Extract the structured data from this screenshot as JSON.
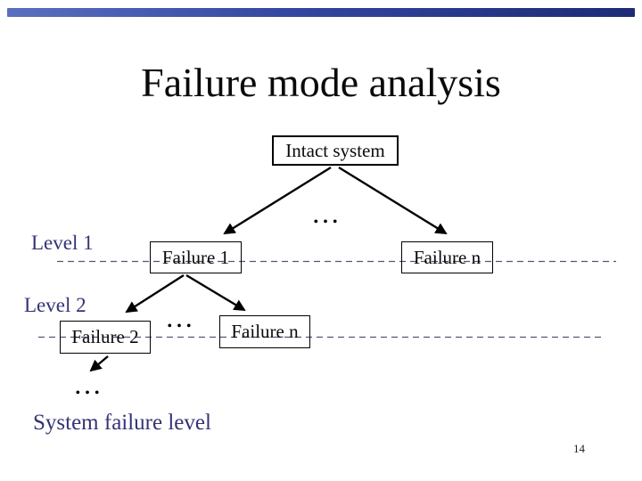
{
  "slide": {
    "title": "Failure mode analysis",
    "page_number": "14",
    "accent_color": "#3347a0",
    "label_color": "#333377",
    "labels": {
      "level1": "Level 1",
      "level2": "Level 2",
      "footer": "System failure level"
    }
  },
  "diagram": {
    "root_label": "Intact system",
    "level1_boxes": [
      {
        "label": "Failure 1"
      },
      {
        "label": "Failure n"
      }
    ],
    "level2_boxes": [
      {
        "label": "Failure 2"
      },
      {
        "label": "Failure n"
      }
    ],
    "ellipsis_top": "…",
    "ellipsis_mid": "…",
    "ellipsis_bottom": "…"
  }
}
